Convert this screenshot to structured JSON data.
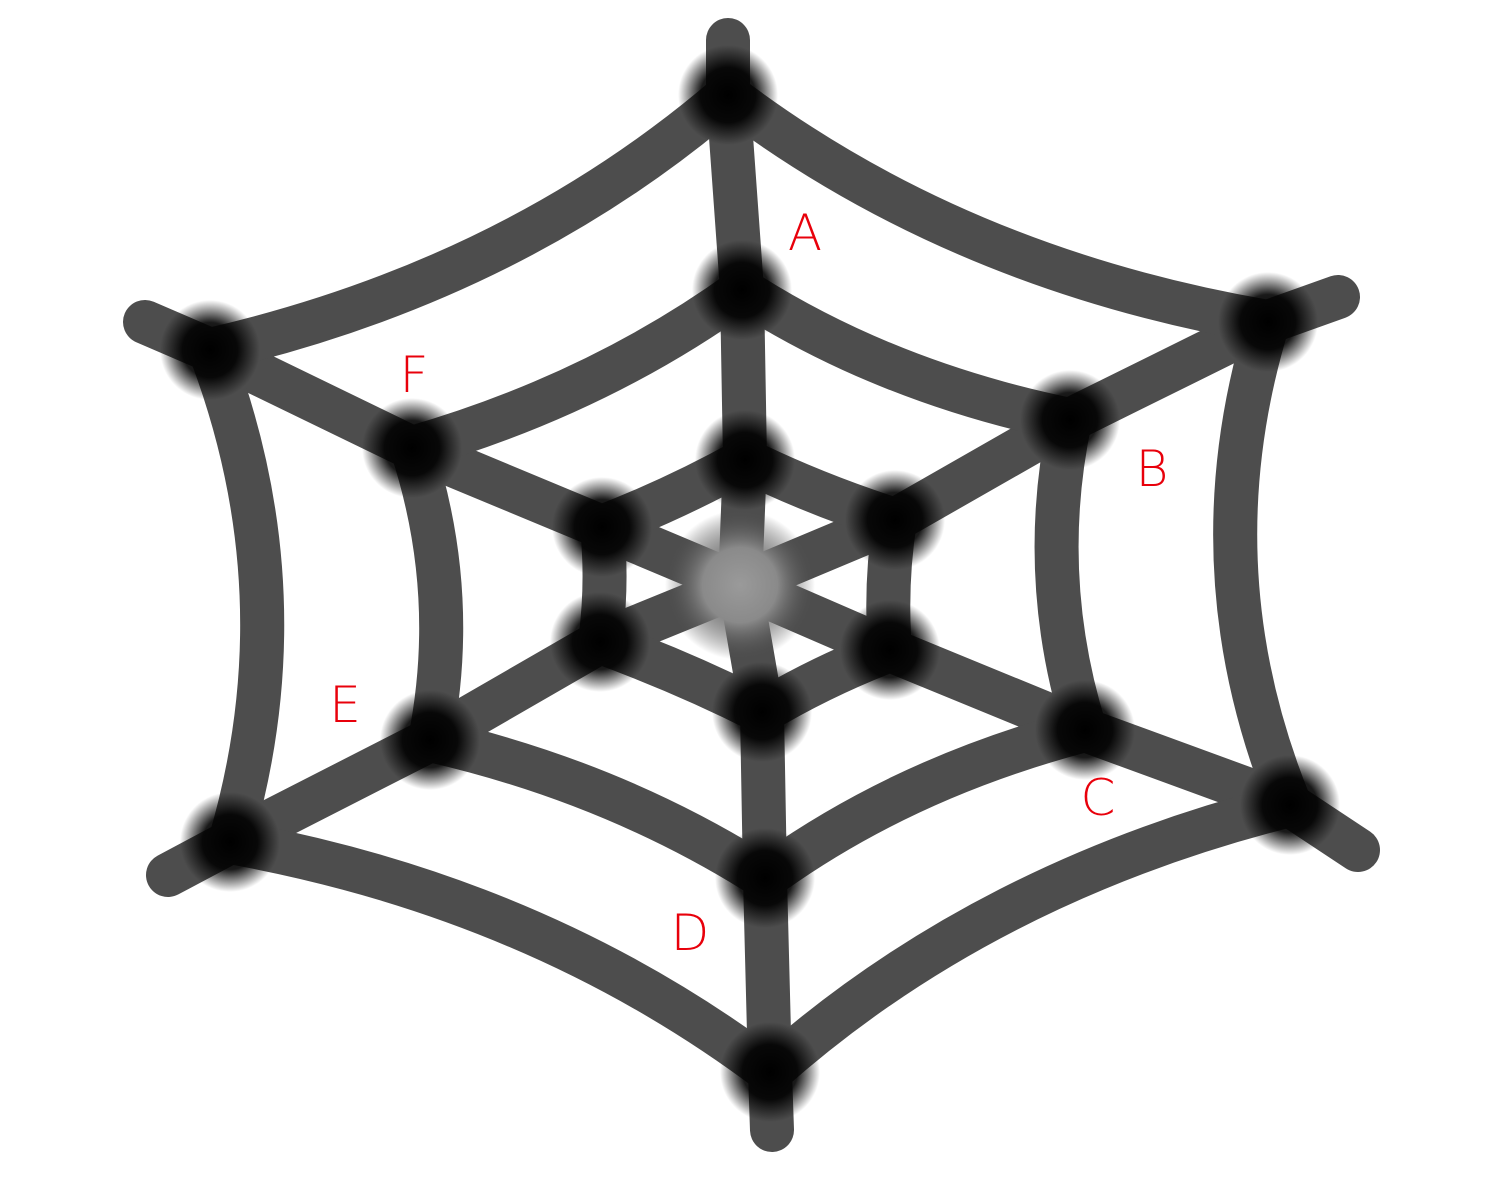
{
  "diagram": {
    "colors": {
      "background": "#ffffff",
      "thread": "#4d4d4d",
      "junction": "#000000",
      "hub": "#9a9a9a",
      "label": "#e8000b"
    },
    "labels": {
      "a": "A",
      "b": "B",
      "c": "C",
      "d": "D",
      "e": "E",
      "f": "F"
    }
  }
}
